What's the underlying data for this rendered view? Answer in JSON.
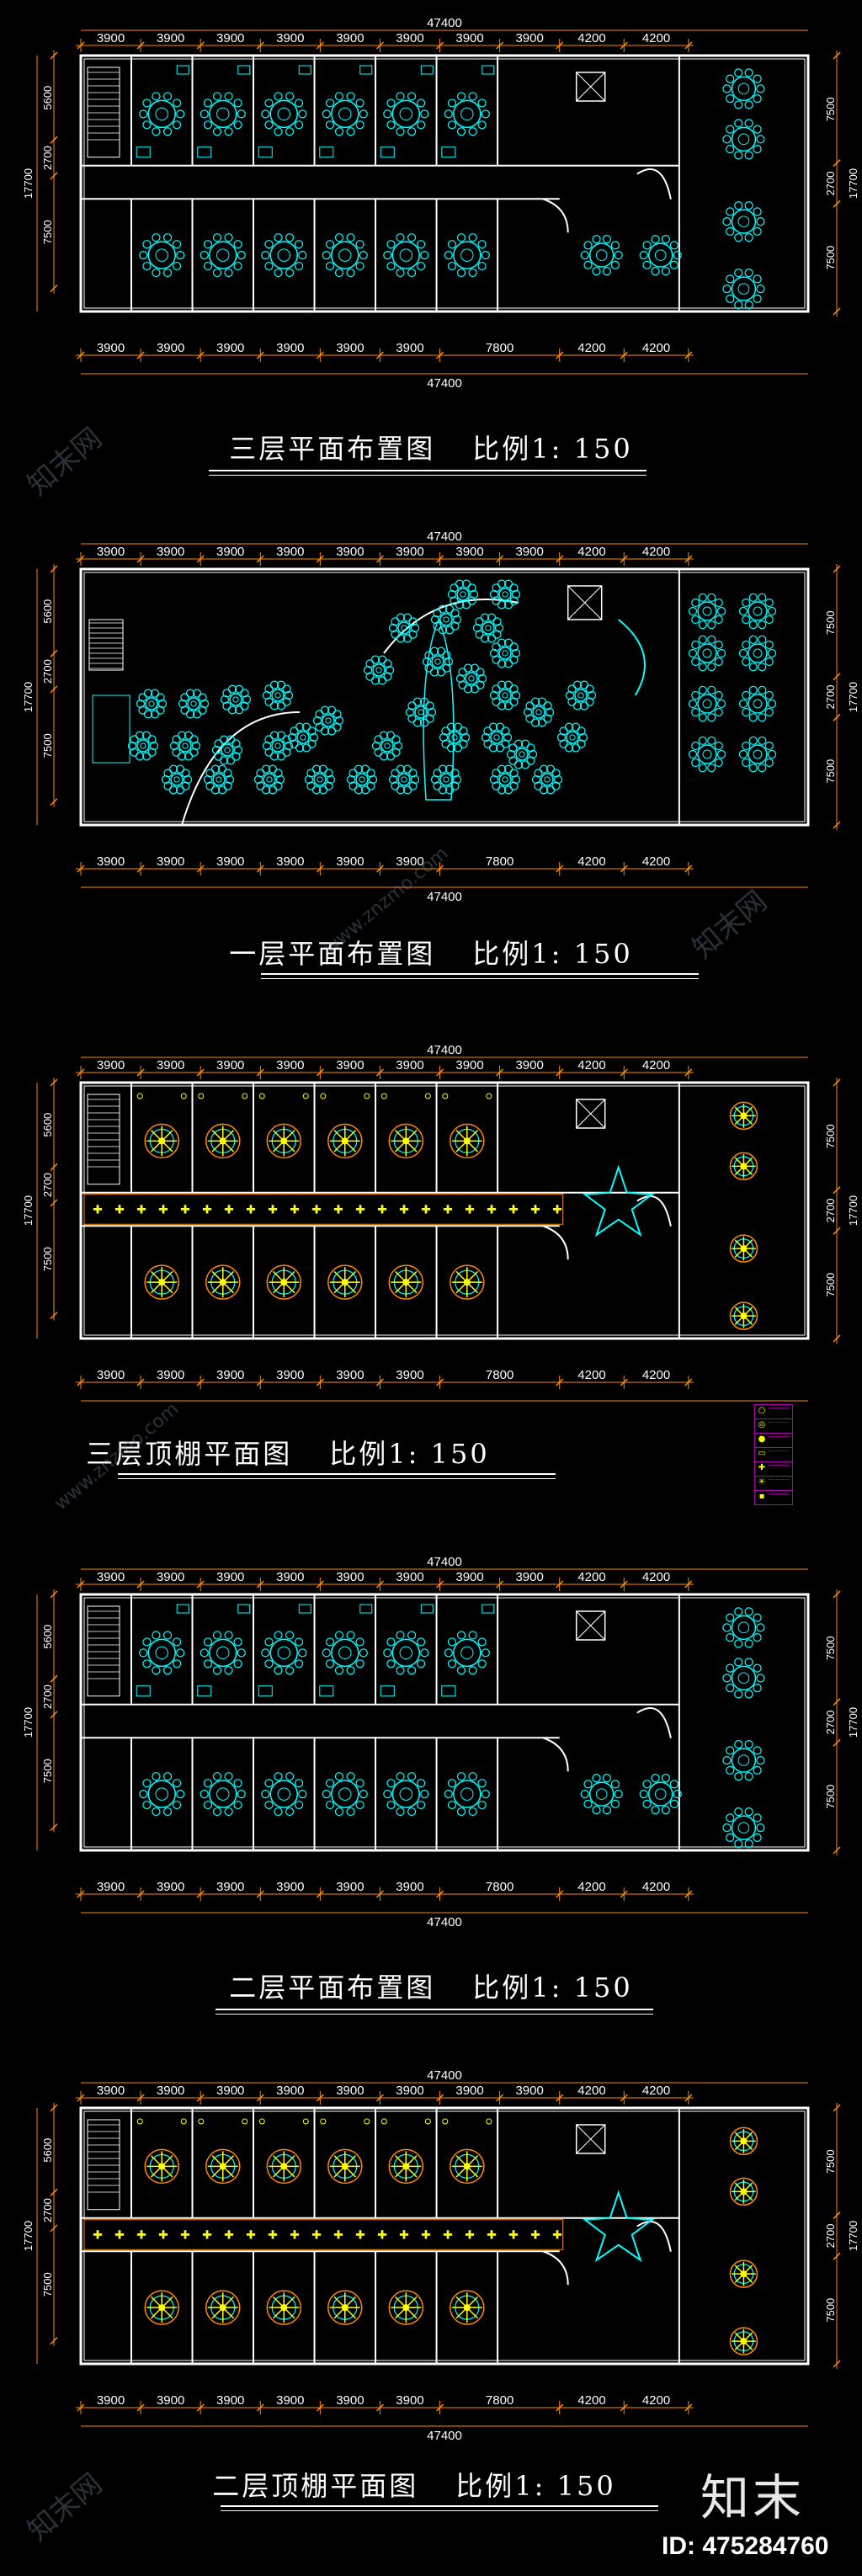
{
  "plans": [
    {
      "id": "plan-3f-layout",
      "title": "三层平面布置图",
      "scale": "比例1: 150",
      "total_width": "47400",
      "top_dims": [
        "3900",
        "3900",
        "3900",
        "3900",
        "3900",
        "3900",
        "3900",
        "3900",
        "4200",
        "4200"
      ],
      "bottom_dims": [
        "3900",
        "3900",
        "3900",
        "3900",
        "3900",
        "3900",
        "7800",
        "4200",
        "4200"
      ],
      "left_dims": [
        "17700",
        "5600",
        "2700",
        "7500"
      ],
      "right_dims": [
        "7500",
        "2700",
        "7500"
      ]
    },
    {
      "id": "plan-1f-layout",
      "title": "一层平面布置图",
      "scale": "比例1: 150",
      "total_width": "47400",
      "top_dims": [
        "3900",
        "3900",
        "3900",
        "3900",
        "3900",
        "3900",
        "3900",
        "3900",
        "4200",
        "4200"
      ],
      "bottom_dims": [
        "3900",
        "3900",
        "3900",
        "3900",
        "3900",
        "3900",
        "7800",
        "4200",
        "4200"
      ],
      "left_dims": [
        "17700",
        "5600",
        "2700",
        "7500"
      ],
      "right_dims": [
        "7500",
        "2700",
        "7500"
      ]
    },
    {
      "id": "plan-3f-ceiling",
      "title": "三层顶棚平面图",
      "scale": "比例1: 150",
      "total_width": "47400",
      "top_dims": [
        "3900",
        "3900",
        "3900",
        "3900",
        "3900",
        "3900",
        "3900",
        "3900",
        "4200",
        "4200"
      ],
      "bottom_dims": [
        "3900",
        "3900",
        "3900",
        "3900",
        "3900",
        "3900",
        "7800",
        "4200",
        "4200"
      ],
      "left_dims": [
        "17700",
        "5600",
        "2700",
        "7500"
      ],
      "right_dims": [
        "7500",
        "2700",
        "7500"
      ]
    },
    {
      "id": "plan-2f-layout",
      "title": "二层平面布置图",
      "scale": "比例1: 150",
      "total_width": "47400",
      "top_dims": [
        "3900",
        "3900",
        "3900",
        "3900",
        "3900",
        "3900",
        "3900",
        "3900",
        "4200",
        "4200"
      ],
      "bottom_dims": [
        "3900",
        "3900",
        "3900",
        "3900",
        "3900",
        "3900",
        "7800",
        "4200",
        "4200"
      ],
      "left_dims": [
        "17700",
        "5600",
        "2700",
        "7500"
      ],
      "right_dims": [
        "7500",
        "2700",
        "7500"
      ]
    },
    {
      "id": "plan-2f-ceiling",
      "title": "二层顶棚平面图",
      "scale": "比例1: 150",
      "total_width": "47400",
      "top_dims": [
        "3900",
        "3900",
        "3900",
        "3900",
        "3900",
        "3900",
        "3900",
        "3900",
        "4200",
        "4200"
      ],
      "bottom_dims": [
        "3900",
        "3900",
        "3900",
        "3900",
        "3900",
        "3900",
        "7800",
        "4200",
        "4200"
      ],
      "left_dims": [
        "17700",
        "5600",
        "2700",
        "7500"
      ],
      "right_dims": [
        "7500",
        "2700",
        "7500"
      ]
    }
  ],
  "watermark": {
    "brand": "知末网",
    "url": "www.znzmo.com"
  },
  "brand_logo": "知末",
  "id_label": "ID: 475284760",
  "colors": {
    "background": "#000000",
    "wall": "#ffffff",
    "furniture": "#00ffff",
    "dimension": "#ff8c00",
    "light": "#ffff00",
    "legend": "#b000b0"
  }
}
